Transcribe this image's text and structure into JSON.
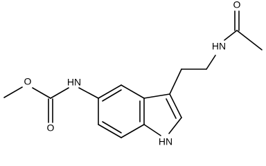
{
  "atoms": {
    "n_carbamate": "HN",
    "o_ester": "O",
    "o_carbonyl_carbamate": "O",
    "nh_indole": "H​N",
    "n_amide": "HN",
    "o_amide": "O"
  }
}
